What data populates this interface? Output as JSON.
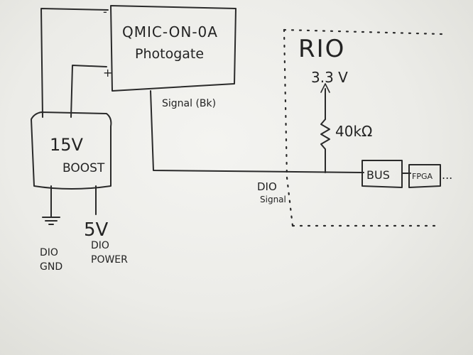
{
  "photogate": {
    "part_number": "QMIC-ON-0A",
    "name": "Photogate",
    "signal_label": "Signal (Bk)",
    "minus_mark": "-",
    "plus_mark": "+"
  },
  "boost": {
    "voltage": "15V",
    "label": "BOOST"
  },
  "dio_pins": {
    "five_volt": "5V",
    "gnd_line1": "DIO",
    "gnd_line2": "GND",
    "power_line1": "DIO",
    "power_line2": "POWER",
    "signal_line1": "DIO",
    "signal_line2": "Signal"
  },
  "rio": {
    "title": "RIO",
    "supply": "3.3 V",
    "resistor": "40kΩ",
    "bus": "BUS",
    "fpga": "FPGA",
    "continuation": "..."
  }
}
